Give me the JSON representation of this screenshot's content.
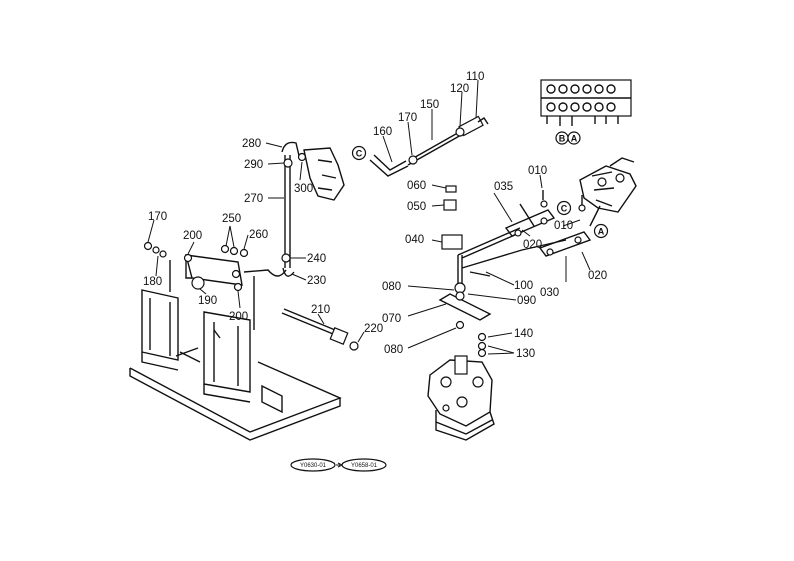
{
  "callouts": {
    "p110": "110",
    "p120": "120",
    "p150": "150",
    "p170a": "170",
    "p160": "160",
    "p280": "280",
    "p290": "290",
    "p300": "300",
    "p270": "270",
    "p010a": "010",
    "p060": "060",
    "p035": "035",
    "p050": "050",
    "p040": "040",
    "p020a": "020",
    "p010b": "010",
    "p020b": "020",
    "p030": "030",
    "p100": "100",
    "p080a": "080",
    "p090": "090",
    "p070": "070",
    "p080b": "080",
    "p140": "140",
    "p130": "130",
    "p170b": "170",
    "p250": "250",
    "p200a": "200",
    "p260": "260",
    "p240": "240",
    "p230": "230",
    "p180": "180",
    "p190": "190",
    "p200b": "200",
    "p210": "210",
    "p220": "220"
  },
  "markers": {
    "c_left": "C",
    "c_right": "C",
    "a_right": "A",
    "b_top": "B",
    "a_top": "A"
  },
  "references": {
    "ref_from": "Y0630-01",
    "ref_to": "Y0658-01"
  }
}
